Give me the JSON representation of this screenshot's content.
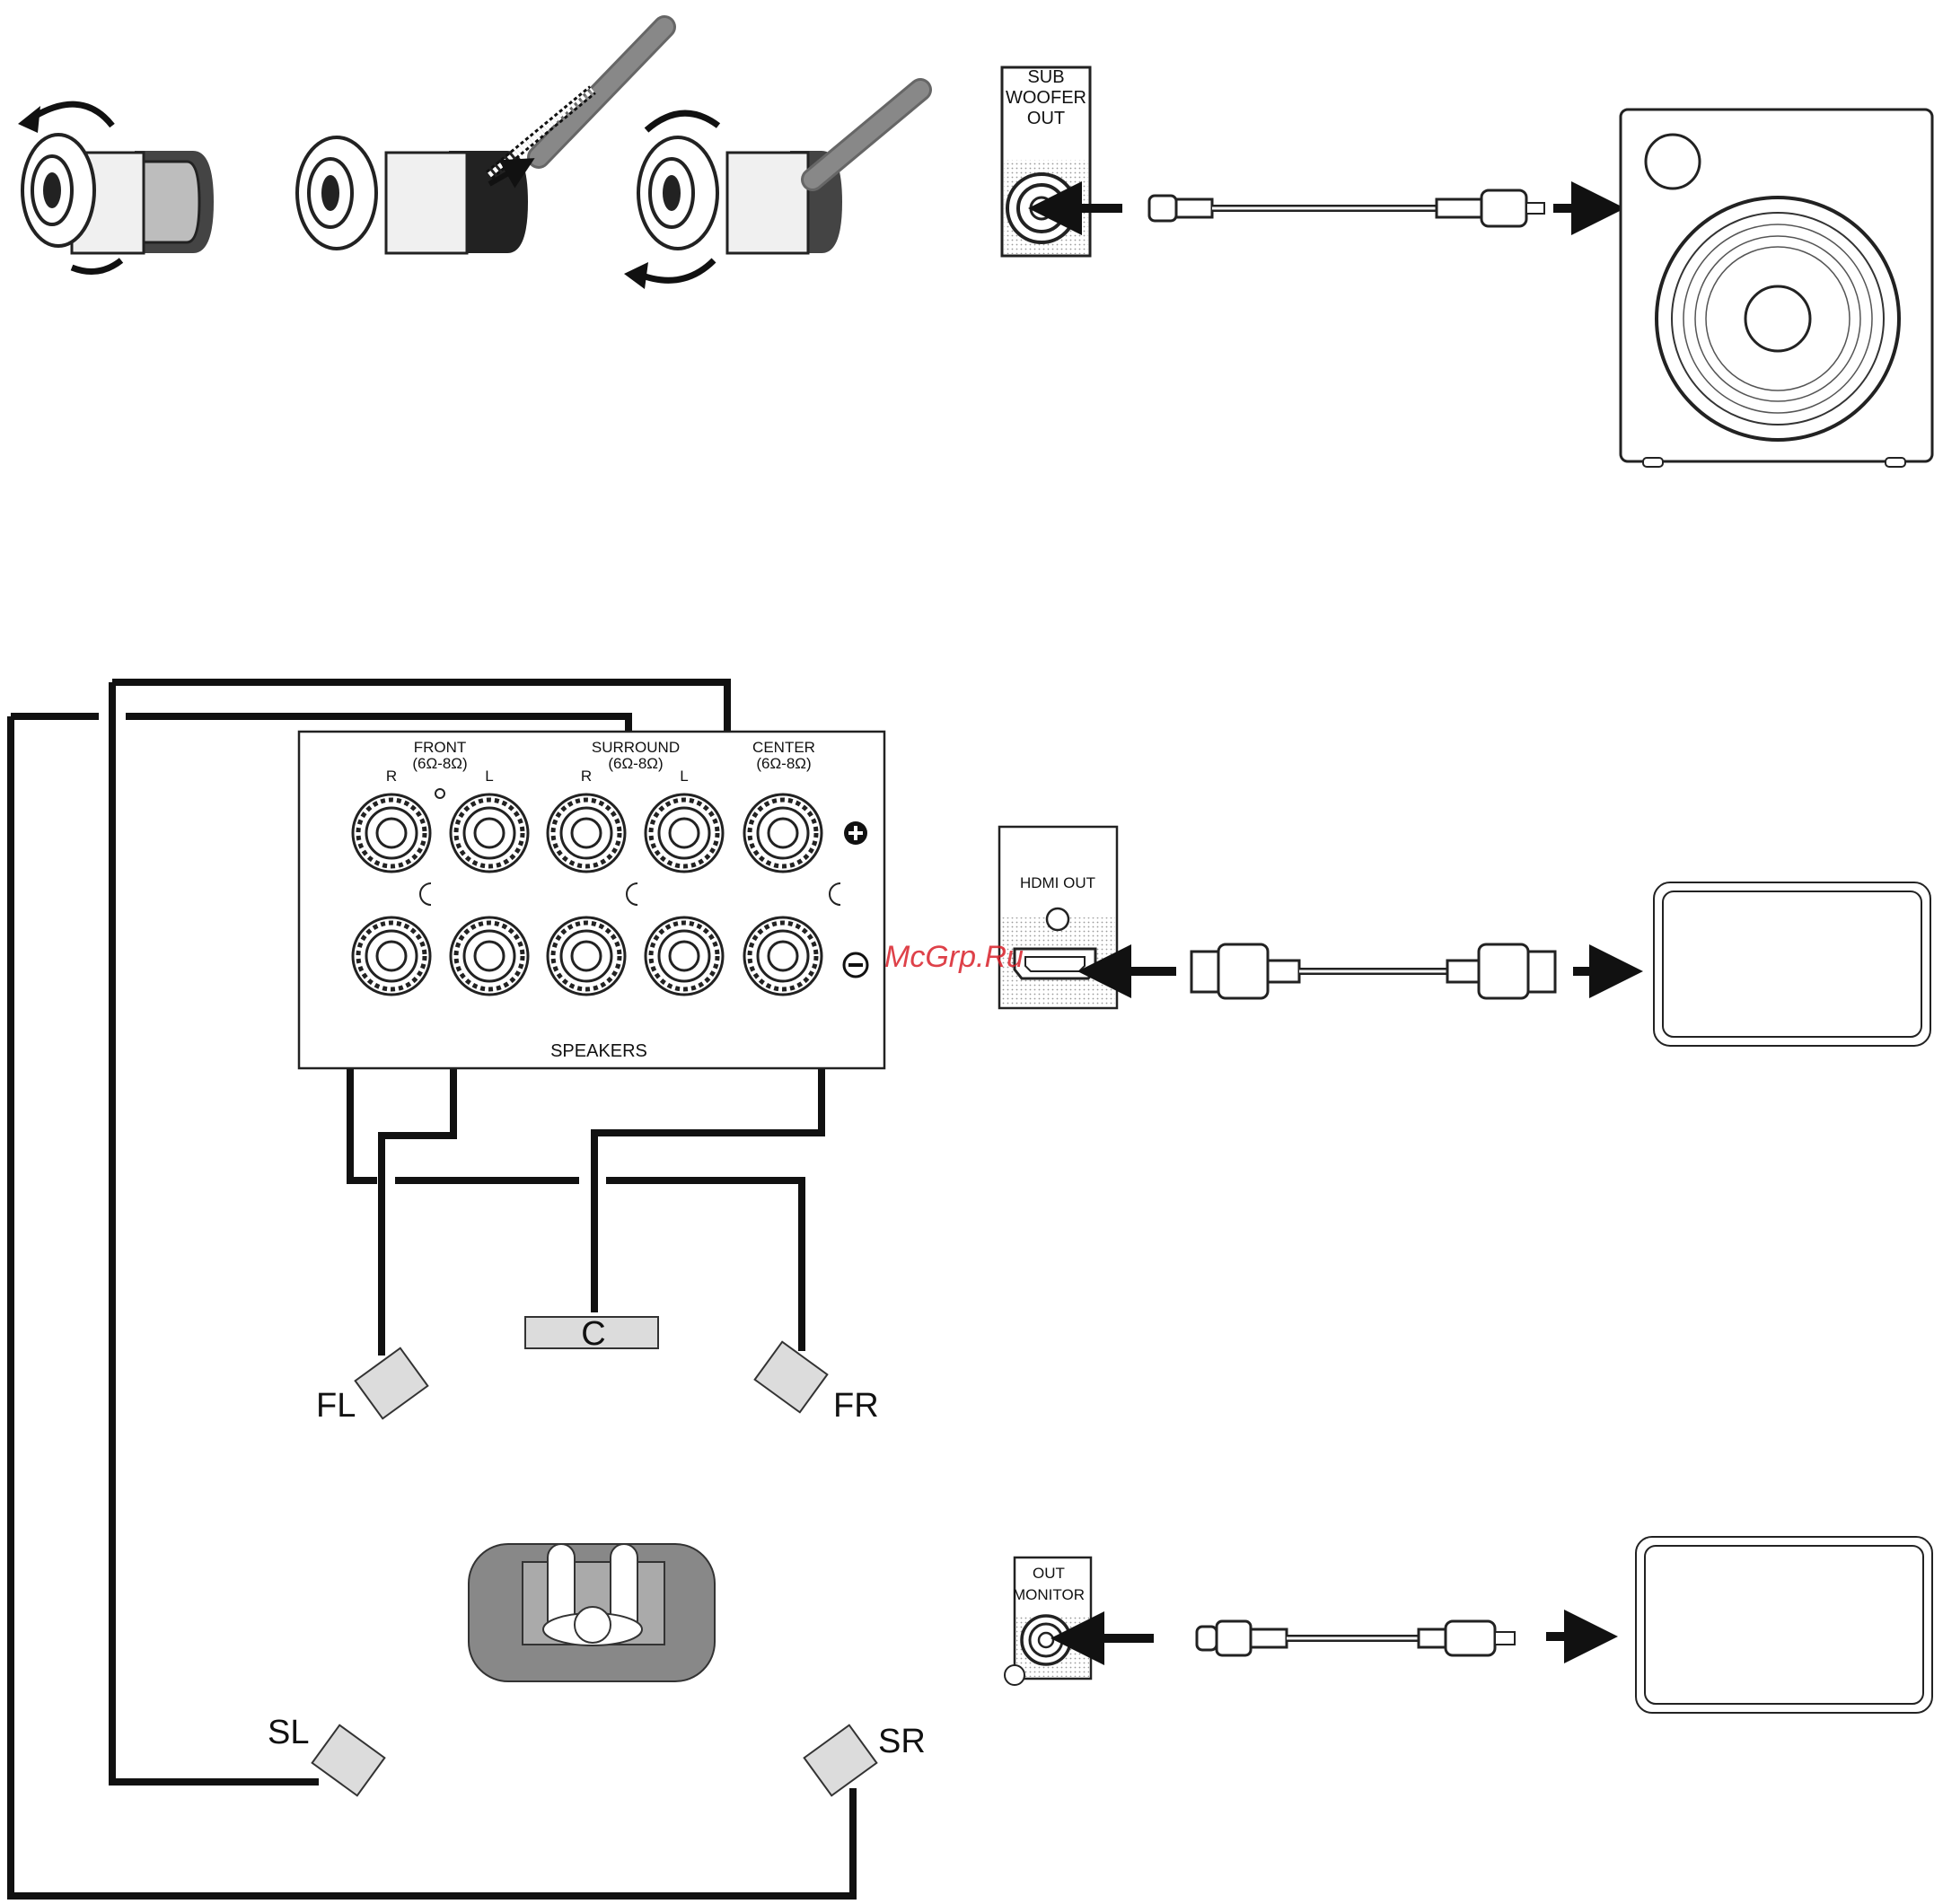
{
  "colors": {
    "wire": "#111111",
    "outline": "#333333",
    "speaker_fill": "#dcdcdc",
    "terminal_collar": "#bdbdbd",
    "terminal_shadow": "#444444",
    "watermark": "#d9202a"
  },
  "subwoofer_panel": {
    "line1": "SUB",
    "line2": "WOOFER",
    "line3": "OUT",
    "icon": "rca-jack-icon"
  },
  "hdmi_panel": {
    "label": "HDMI OUT",
    "icon": "hdmi-port-icon"
  },
  "monitor_panel": {
    "line1": "OUT",
    "line2": "MONITOR",
    "icon": "rca-jack-icon"
  },
  "speaker_panel": {
    "front": "FRONT",
    "front_imp": "(6Ω-8Ω)",
    "surround": "SURROUND",
    "surround_imp": "(6Ω-8Ω)",
    "center": "CENTER",
    "center_imp": "(6Ω-8Ω)",
    "ch_r1": "R",
    "ch_l1": "L",
    "ch_r2": "R",
    "ch_l2": "L",
    "footer": "SPEAKERS",
    "plus_symbol": "+",
    "minus_symbol": "−"
  },
  "speakers": {
    "center": "C",
    "front_left": "FL",
    "front_right": "FR",
    "surround_left": "SL",
    "surround_right": "SR"
  },
  "watermark": "McGrp.Ru",
  "icons": [
    "counterclockwise-arrow-icon",
    "clockwise-arrow-icon",
    "binding-post-icon",
    "bare-wire-icon",
    "subwoofer-icon",
    "tv-monitor-icon",
    "listener-sofa-icon",
    "rca-cable-icon",
    "hdmi-cable-icon"
  ]
}
